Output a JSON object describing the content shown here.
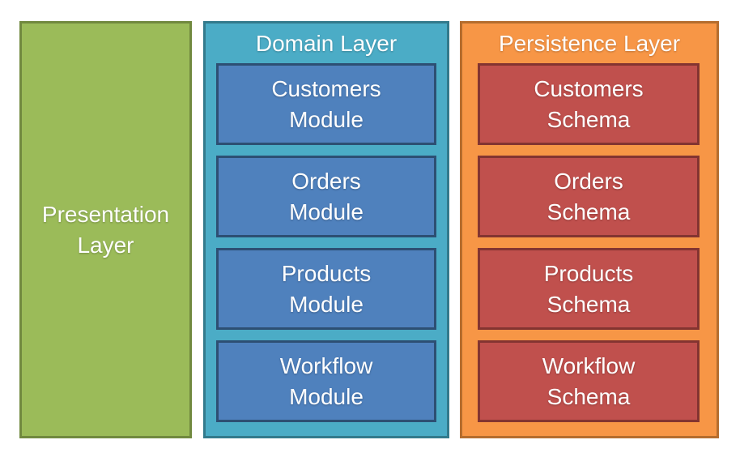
{
  "palette": {
    "green": {
      "fill": "#9BBB59",
      "border": "#71893F"
    },
    "teal": {
      "fill": "#4BACC6",
      "border": "#337A8C"
    },
    "blue": {
      "fill": "#4F81BD",
      "border": "#2D4F73"
    },
    "orange": {
      "fill": "#F79646",
      "border": "#B56D2E"
    },
    "red": {
      "fill": "#C0504D",
      "border": "#833431"
    }
  },
  "columns": [
    {
      "title": "Presentation Layer",
      "label": "Presentation\nLayer",
      "items": []
    },
    {
      "title": "Domain Layer",
      "items": [
        "Customers\nModule",
        "Orders\nModule",
        "Products\nModule",
        "Workflow\nModule"
      ]
    },
    {
      "title": "Persistence Layer",
      "items": [
        "Customers\nSchema",
        "Orders\nSchema",
        "Products\nSchema",
        "Workflow\nSchema"
      ]
    }
  ]
}
